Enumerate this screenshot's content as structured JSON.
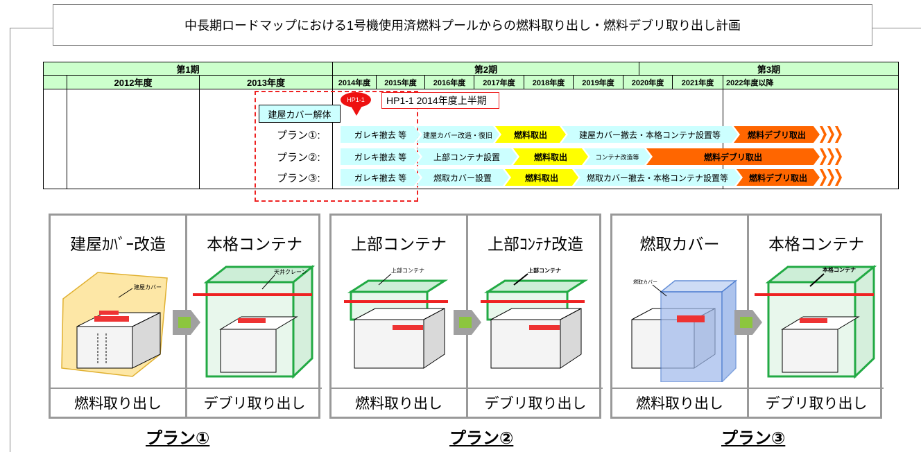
{
  "title": "中長期ロードマップにおける1号機使用済燃料プールからの燃料取り出し・燃料デブリ取り出し計画",
  "periods": [
    "第1期",
    "第2期",
    "第3期"
  ],
  "years": [
    "2012年度",
    "2013年度",
    "2014年度",
    "2015年度",
    "2016年度",
    "2017年度",
    "2018年度",
    "2019年度",
    "2020年度",
    "2021年度",
    "2022年度以降"
  ],
  "milestone": {
    "badge": "HP1-1",
    "note": "HP1-1 2014年度上半期"
  },
  "cover_dismantle": "建屋カバー解体",
  "plans": [
    {
      "label": "プラン①:",
      "steps": [
        "ガレキ撤去 等",
        "建屋カバー改造・復旧",
        "燃料取出",
        "建屋カバー撤去・本格コンテナ設置等",
        "燃料デブリ取出"
      ]
    },
    {
      "label": "プラン②:",
      "steps": [
        "ガレキ撤去 等",
        "上部コンテナ設置",
        "燃料取出",
        "コンテナ改造等",
        "燃料デブリ取出"
      ]
    },
    {
      "label": "プラン③:",
      "steps": [
        "ガレキ撤去 等",
        "燃取カバー設置",
        "燃料取出",
        "燃取カバー撤去・本格コンテナ設置等",
        "燃料デブリ取出"
      ]
    }
  ],
  "panels": [
    {
      "title": "建屋ｶﾊﾞｰ改造",
      "callout": "建屋カバー",
      "footer": "燃料取り出し"
    },
    {
      "title": "本格コンテナ",
      "callout": "天井クレーン",
      "footer": "デブリ取り出し"
    },
    {
      "title": "上部コンテナ",
      "callout": "上部コンテナ",
      "footer": "燃料取り出し"
    },
    {
      "title": "上部ｺﾝﾃﾅ改造",
      "callout": "上部コンテナ",
      "footer": "デブリ取り出し"
    },
    {
      "title": "燃取カバー",
      "callout": "燃取カバー",
      "footer": "燃料取り出し"
    },
    {
      "title": "本格コンテナ",
      "callout": "本格コンテナ",
      "footer": "デブリ取り出し"
    }
  ],
  "plan_labels": [
    "プラン①",
    "プラン②",
    "プラン③"
  ],
  "colors": {
    "header_green": "#ccffcc",
    "cyan": "#ccffff",
    "yellow": "#ffff00",
    "orange": "#ff6600",
    "red": "#ee1111",
    "green_frame": "#22aa44"
  }
}
